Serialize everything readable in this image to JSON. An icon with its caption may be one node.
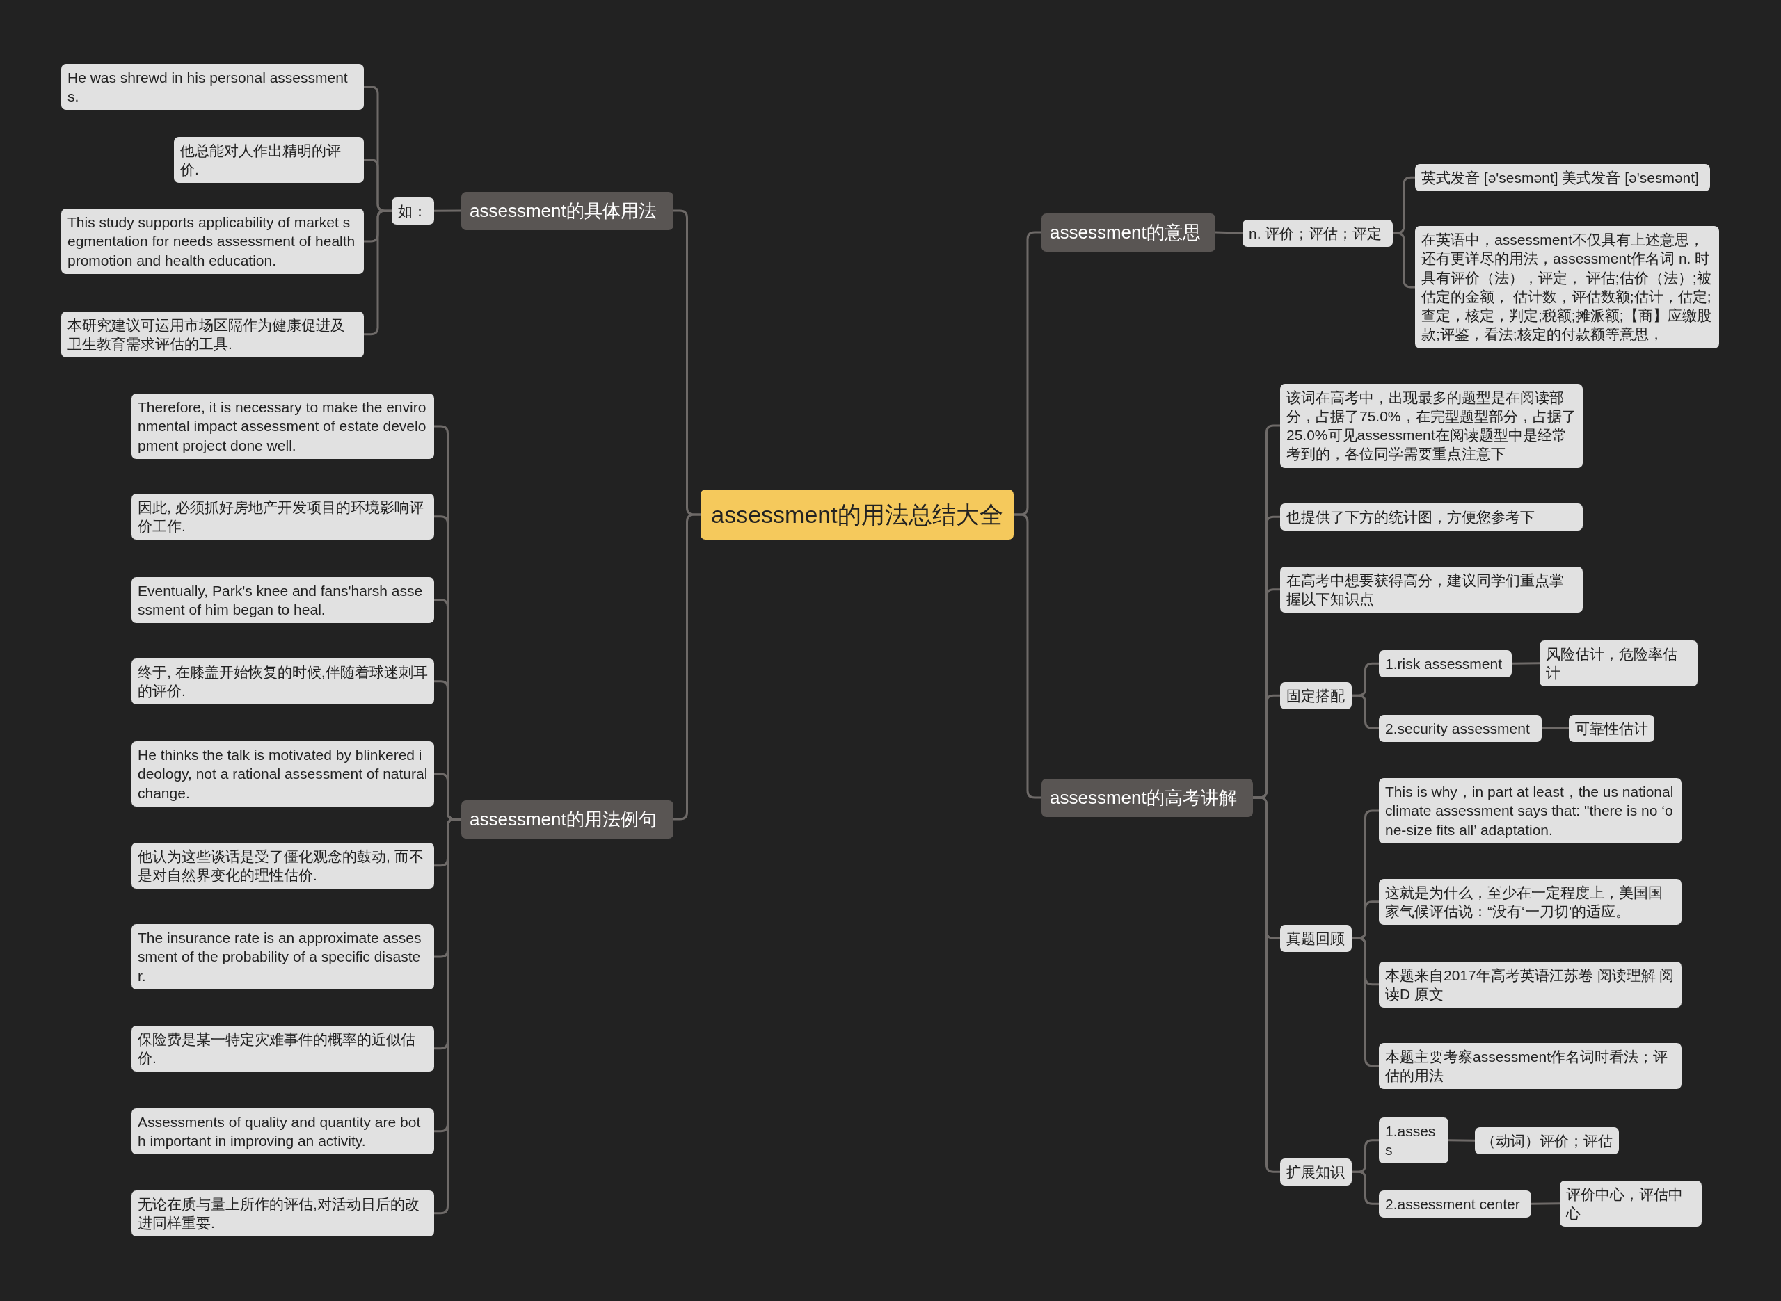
{
  "diagram": {
    "nodes": [
      {
        "text": [
          "assessment的用法总结大全"
        ]
      },
      {
        "text": [
          "assessment的具体用法"
        ]
      },
      {
        "text": [
          "如："
        ]
      },
      {
        "text": [
          "He was shrewd in his personal assessments."
        ]
      },
      {
        "text": [
          "他总能对人作出精明的评价."
        ]
      },
      {
        "text": [
          "This study supports applicability of market segmentation for needs assessment of health promotion and health education."
        ]
      },
      {
        "text": [
          "本研究建议可运用市场区隔作为健康促进及卫生教育需求评估的工具."
        ]
      },
      {
        "text": [
          "assessment的用法例句"
        ]
      },
      {
        "text": [
          "Therefore, it is necessary to make the environmental impact assessment of estate development project done well."
        ]
      },
      {
        "text": [
          "因此, 必须抓好房地产开发项目的环境影响评价工作."
        ]
      },
      {
        "text": [
          "Eventually, Park's knee and fans'harsh assessment of him began to heal."
        ]
      },
      {
        "text": [
          "终于, 在膝盖开始恢复的时候,伴随着球迷刺耳的评价."
        ]
      },
      {
        "text": [
          "He thinks the talk is motivated by blinkered ideology, not a rational assessment of natural change."
        ]
      },
      {
        "text": [
          "他认为这些谈话是受了僵化观念的鼓动, 而不是对自然界变化的理性估价."
        ]
      },
      {
        "text": [
          "The insurance rate is an approximate assessment of the probability of a specific disaster."
        ]
      },
      {
        "text": [
          "保险费是某一特定灾难事件的概率的近似估价."
        ]
      },
      {
        "text": [
          "Assessments of quality and quantity are both important in improving an activity."
        ]
      },
      {
        "text": [
          "无论在质与量上所作的评估,对活动日后的改进同样重要."
        ]
      },
      {
        "text": [
          "assessment的意思"
        ]
      },
      {
        "text": [
          "n. 评价；评估；评定"
        ]
      },
      {
        "text": [
          "英式发音 [ə'sesmənt] 美式发音 [ə'sesmənt]"
        ]
      },
      {
        "text": [
          "在英语中，assessment不仅具有上述意思，还有更详尽的用法，assessment作名词 n. 时具有评价（法），评定， 评估;估价（法）;被估定的金额， 估计数，评估数额;估计，估定;查定，核定，判定;税额;摊派额;【商】应缴股款;评鉴，看法;核定的付款额等意思，"
        ]
      },
      {
        "text": [
          "assessment的高考讲解"
        ]
      },
      {
        "text": [
          "该词在高考中，出现最多的题型是在阅读部分，占据了75.0%，在完型题型部分，占据了25.0%可见assessment在阅读题型中是经常考到的，各位同学需要重点注意下"
        ]
      },
      {
        "text": [
          "也提供了下方的统计图，方便您参考下"
        ]
      },
      {
        "text": [
          "在高考中想要获得高分，建议同学们重点掌握以下知识点"
        ]
      },
      {
        "text": [
          "固定搭配"
        ]
      },
      {
        "text": [
          "1.risk assessment"
        ]
      },
      {
        "text": [
          "风险估计，危险率估计"
        ]
      },
      {
        "text": [
          "2.security assessment"
        ]
      },
      {
        "text": [
          "可靠性估计"
        ]
      },
      {
        "text": [
          "真题回顾"
        ]
      },
      {
        "text": [
          "This is why，in part at least，the us national climate assessment says that: \"there is no ‘one-size fits all’ adaptation."
        ]
      },
      {
        "text": [
          "这就是为什么，至少在一定程度上，美国国家气候评估说：“没有‘一刀切’的适应。"
        ]
      },
      {
        "text": [
          "本题来自2017年高考英语江苏卷 阅读理解 阅读D 原文"
        ]
      },
      {
        "text": [
          "本题主要考察assessment作名词时看法；评估的用法"
        ]
      },
      {
        "text": [
          "扩展知识"
        ]
      },
      {
        "text": [
          "1.assess"
        ]
      },
      {
        "text": [
          "（动词）评价；评估"
        ]
      },
      {
        "text": [
          "2.assessment center"
        ]
      },
      {
        "text": [
          "评价中心，评估中心"
        ]
      }
    ],
    "edges": [
      {
        "from": 0,
        "to": 1,
        "arrow": "none"
      },
      {
        "from": 1,
        "to": 2,
        "arrow": "none"
      },
      {
        "from": 2,
        "to": 3,
        "arrow": "none"
      },
      {
        "from": 2,
        "to": 4,
        "arrow": "none"
      },
      {
        "from": 2,
        "to": 5,
        "arrow": "none"
      },
      {
        "from": 2,
        "to": 6,
        "arrow": "none"
      },
      {
        "from": 0,
        "to": 7,
        "arrow": "none"
      },
      {
        "from": 7,
        "to": 8,
        "arrow": "none"
      },
      {
        "from": 7,
        "to": 9,
        "arrow": "none"
      },
      {
        "from": 7,
        "to": 10,
        "arrow": "none"
      },
      {
        "from": 7,
        "to": 11,
        "arrow": "none"
      },
      {
        "from": 7,
        "to": 12,
        "arrow": "none"
      },
      {
        "from": 7,
        "to": 13,
        "arrow": "none"
      },
      {
        "from": 7,
        "to": 14,
        "arrow": "none"
      },
      {
        "from": 7,
        "to": 15,
        "arrow": "none"
      },
      {
        "from": 7,
        "to": 16,
        "arrow": "none"
      },
      {
        "from": 7,
        "to": 17,
        "arrow": "none"
      },
      {
        "from": 0,
        "to": 18,
        "arrow": "none"
      },
      {
        "from": 18,
        "to": 19,
        "arrow": "none"
      },
      {
        "from": 19,
        "to": 20,
        "arrow": "none"
      },
      {
        "from": 19,
        "to": 21,
        "arrow": "none"
      },
      {
        "from": 0,
        "to": 22,
        "arrow": "none"
      },
      {
        "from": 22,
        "to": 23,
        "arrow": "none"
      },
      {
        "from": 22,
        "to": 24,
        "arrow": "none"
      },
      {
        "from": 22,
        "to": 25,
        "arrow": "none"
      },
      {
        "from": 22,
        "to": 26,
        "arrow": "none"
      },
      {
        "from": 26,
        "to": 27,
        "arrow": "none"
      },
      {
        "from": 27,
        "to": 28,
        "arrow": "none"
      },
      {
        "from": 26,
        "to": 29,
        "arrow": "none"
      },
      {
        "from": 29,
        "to": 30,
        "arrow": "none"
      },
      {
        "from": 22,
        "to": 31,
        "arrow": "none"
      },
      {
        "from": 31,
        "to": 32,
        "arrow": "none"
      },
      {
        "from": 31,
        "to": 33,
        "arrow": "none"
      },
      {
        "from": 31,
        "to": 34,
        "arrow": "none"
      },
      {
        "from": 31,
        "to": 35,
        "arrow": "none"
      },
      {
        "from": 22,
        "to": 36,
        "arrow": "none"
      },
      {
        "from": 36,
        "to": 37,
        "arrow": "none"
      },
      {
        "from": 37,
        "to": 38,
        "arrow": "none"
      },
      {
        "from": 36,
        "to": 39,
        "arrow": "none"
      },
      {
        "from": 39,
        "to": 40,
        "arrow": "none"
      }
    ]
  }
}
